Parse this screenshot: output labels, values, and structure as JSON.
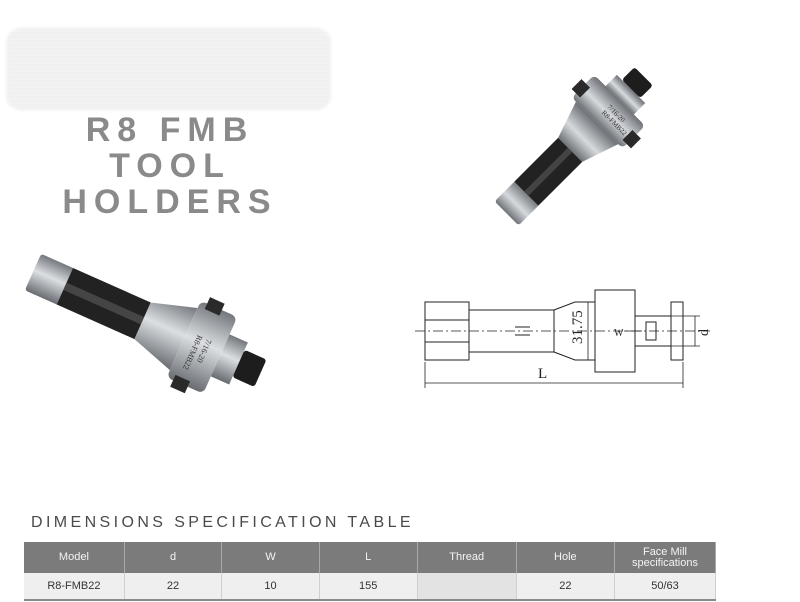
{
  "header": {
    "title_lines": [
      "R8 FMB",
      "TOOL",
      "HOLDERS"
    ]
  },
  "drawing": {
    "dim_total": "L",
    "dim_shank": "31.75",
    "dim_bore": "d",
    "dim_key": "W"
  },
  "holder_engraving": [
    "R8-FMB22",
    "7/16-20"
  ],
  "spec": {
    "title": "DIMENSIONS SPECIFICATION TABLE",
    "columns": [
      "Model",
      "d",
      "W",
      "L",
      "Thread",
      "Hole",
      "Face Mill specifications"
    ],
    "rows": [
      {
        "model": "R8-FMB22",
        "d": "22",
        "w": "10",
        "l": "155",
        "thread": "",
        "hole": "22",
        "face_mill": "50/63"
      }
    ]
  },
  "colors": {
    "title_gray": "#8a8a8a",
    "header_gray": "#7b7b7b",
    "steel": "#a9adb3",
    "black_shank": "#1e1e1e"
  }
}
